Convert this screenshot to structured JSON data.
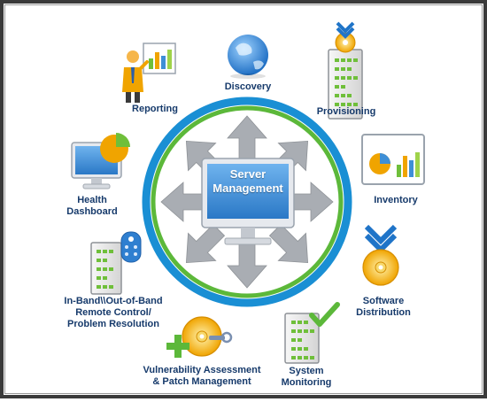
{
  "center": {
    "line1": "Server",
    "line2": "Management",
    "icon": "monitor-icon"
  },
  "nodes": {
    "reporting": {
      "label": "Reporting",
      "icon": "presenter-chart-icon"
    },
    "discovery": {
      "label": "Discovery",
      "icon": "globe-icon"
    },
    "provisioning": {
      "label": "Provisioning",
      "icon": "server-disc-icon"
    },
    "inventory": {
      "label": "Inventory",
      "icon": "chart-document-icon"
    },
    "software": {
      "label_line1": "Software",
      "label_line2": "Distribution",
      "icon": "cd-download-icon"
    },
    "monitoring": {
      "label_line1": "System",
      "label_line2": "Monitoring",
      "icon": "server-check-icon"
    },
    "vulnerability": {
      "label_line1": "Vulnerability Assessment",
      "label_line2": "& Patch Management",
      "icon": "cd-plus-icon"
    },
    "remote": {
      "label_line1": "In-Band\\\\Out-of-Band",
      "label_line2": "Remote Control/",
      "label_line3": "Problem Resolution",
      "icon": "server-remote-icon"
    },
    "health": {
      "label_line1": "Health",
      "label_line2": "Dashboard",
      "icon": "monitor-pie-icon"
    }
  },
  "colors": {
    "ring_outer": "#1a8fd4",
    "ring_inner": "#5cb83a",
    "screen": "#3e8fd6",
    "arrow": "#a9adb3",
    "label": "#163a6b"
  }
}
